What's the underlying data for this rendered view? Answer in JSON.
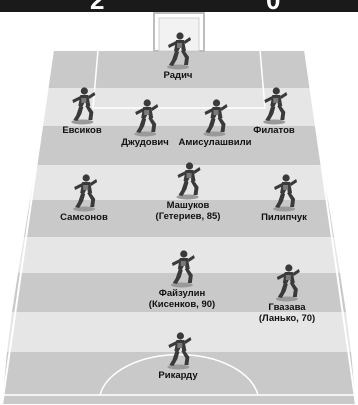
{
  "score": {
    "home": "2",
    "away": "0"
  },
  "colors": {
    "stripe_dark": "#c9c9c9",
    "stripe_light": "#e6e6e6",
    "lines": "#ffffff",
    "figure": "#3a3a3a",
    "text": "#111111"
  },
  "players": [
    {
      "id": "gk-top",
      "name": "Радич",
      "note": ""
    },
    {
      "id": "def-1",
      "name": "Евсиков",
      "note": ""
    },
    {
      "id": "def-2",
      "name": "Джудович",
      "note": ""
    },
    {
      "id": "def-3",
      "name": "Амисулашвили",
      "note": ""
    },
    {
      "id": "def-4",
      "name": "Филатов",
      "note": ""
    },
    {
      "id": "mid-1",
      "name": "Самсонов",
      "note": ""
    },
    {
      "id": "mid-2",
      "name": "Машуков",
      "note": "(Гетериев, 85)"
    },
    {
      "id": "mid-3",
      "name": "Пилипчук",
      "note": ""
    },
    {
      "id": "att-1",
      "name": "Файзулин",
      "note": "(Кисенков, 90)"
    },
    {
      "id": "att-2",
      "name": "Гвазава",
      "note": "(Ланько, 70)"
    },
    {
      "id": "gk-bottom",
      "name": "Рикарду",
      "note": ""
    }
  ]
}
